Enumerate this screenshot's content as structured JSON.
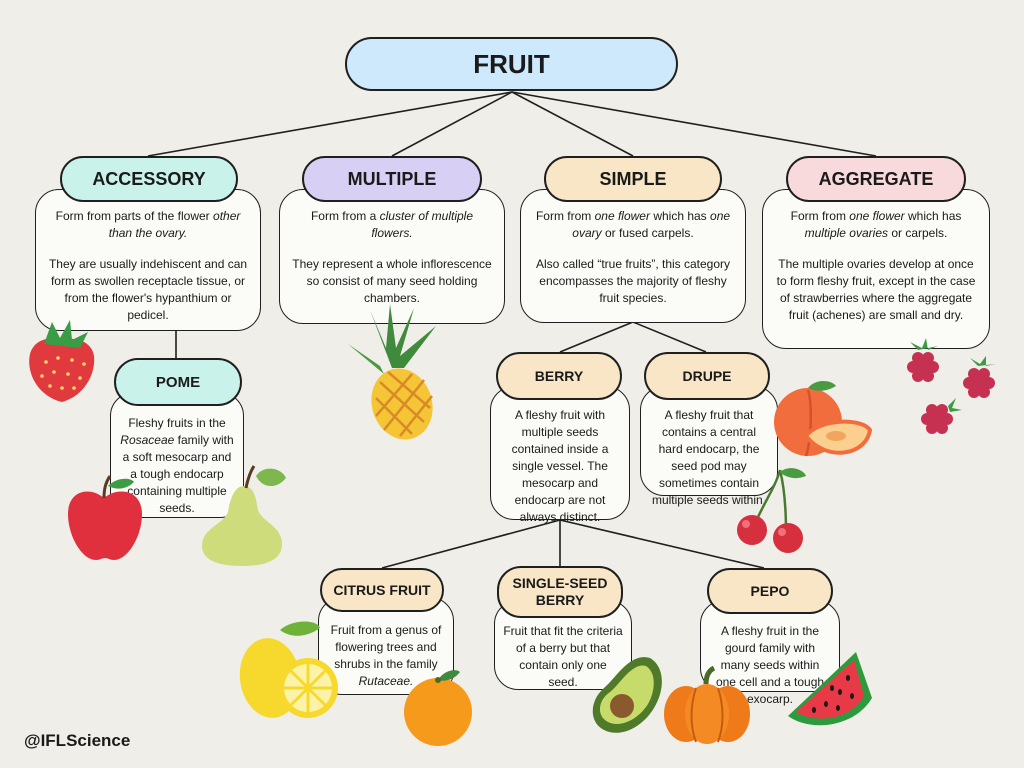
{
  "title": "FRUIT",
  "credit": "@IFLScience",
  "categories": {
    "accessory": {
      "label": "ACCESSORY",
      "color": "#c9f3ea",
      "p1_a": "Form from parts of the flower ",
      "p1_em": "other than the ovary.",
      "p2": "They are usually indehiscent and can form as swollen receptacle tissue, or from the flower's hypanthium or pedicel."
    },
    "multiple": {
      "label": "MULTIPLE",
      "color": "#d7cff4",
      "p1_a": "Form from a ",
      "p1_em": "cluster of multiple flowers.",
      "p2": "They represent a whole inflorescence so consist of many seed holding chambers."
    },
    "simple": {
      "label": "SIMPLE",
      "color": "#f8e6c6",
      "p1_a": "Form from ",
      "p1_em1": "one flower",
      "p1_b": " which has ",
      "p1_em2": "one ovary",
      "p1_c": " or fused carpels.",
      "p2": "Also called “true fruits”, this category encompasses the majority of fleshy fruit species."
    },
    "aggregate": {
      "label": "AGGREGATE",
      "color": "#f8d9dc",
      "p1_a": "Form from ",
      "p1_em1": "one flower",
      "p1_b": " which has ",
      "p1_em2": "multiple ovaries",
      "p1_c": " or carpels.",
      "p2": "The multiple ovaries develop at once to form fleshy fruit, except in the case of strawberries where the aggregate fruit (achenes) are small and dry."
    }
  },
  "subcategories": {
    "pome": {
      "label": "POME",
      "color": "#c9f3ea",
      "t_a": "Fleshy fruits in the ",
      "t_em": "Rosaceae",
      "t_b": " family with a soft mesocarp and a tough endocarp containing multiple seeds."
    },
    "berry": {
      "label": "BERRY",
      "color": "#f8e6c6",
      "text": "A fleshy fruit with multiple seeds contained inside a single vessel. The mesocarp and endocarp are not always distinct."
    },
    "drupe": {
      "label": "DRUPE",
      "color": "#f8e6c6",
      "text": "A fleshy fruit that contains a central hard endocarp, the seed pod may sometimes contain multiple seeds within."
    },
    "citrus": {
      "label": "CITRUS FRUIT",
      "color": "#f8e6c6",
      "t_a": "Fruit from a genus of flowering trees and shrubs in the family ",
      "t_em": "Rutaceae."
    },
    "single_seed": {
      "label_line1": "SINGLE-SEED",
      "label_line2": "BERRY",
      "color": "#f8e6c6",
      "text": "Fruit that fit the criteria of a berry but that contain only one seed."
    },
    "pepo": {
      "label": "PEPO",
      "color": "#f8e6c6",
      "text": "A fleshy fruit in the gourd family with many seeds within one cell and a tough exocarp."
    }
  },
  "icons": [
    "strawberry-icon",
    "pineapple-icon",
    "raspberry-icon",
    "apple-icon",
    "pear-icon",
    "peach-icon",
    "cherry-icon",
    "lemon-icon",
    "orange-icon",
    "avocado-icon",
    "pumpkin-icon",
    "watermelon-icon"
  ]
}
